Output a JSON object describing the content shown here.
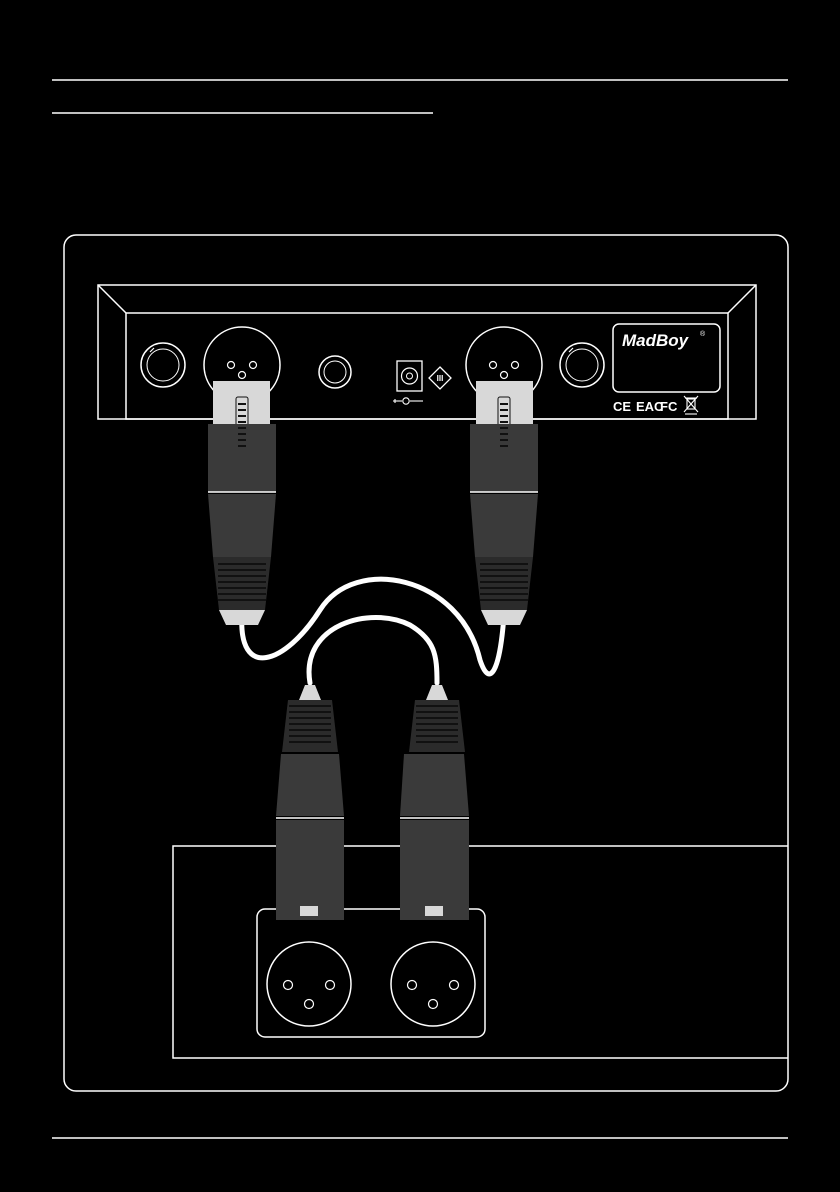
{
  "colors": {
    "background": "#000000",
    "line": "#ffffff",
    "connector_dark": "#3a3a3a",
    "connector_mid": "#4b4b4b",
    "connector_light": "#d8d8d8",
    "grip_stripe": "#111111"
  },
  "device_panel": {
    "brand": "MadBoy",
    "brand_mark": "®",
    "certifications": [
      "CE",
      "EAC",
      "FC"
    ],
    "weee_icon": "crossed-bin-icon",
    "power_icon": "dc-polarity-icon",
    "class_icon": "class-iii-icon",
    "class_symbol": "III"
  },
  "icons": {
    "knob": "knob-icon",
    "xlr_socket": "xlr-socket-icon",
    "jack": "jack-socket-icon",
    "xlr_plug_female": "xlr-female-plug-icon",
    "xlr_plug_male": "xlr-male-plug-icon",
    "cable": "cable-icon"
  }
}
